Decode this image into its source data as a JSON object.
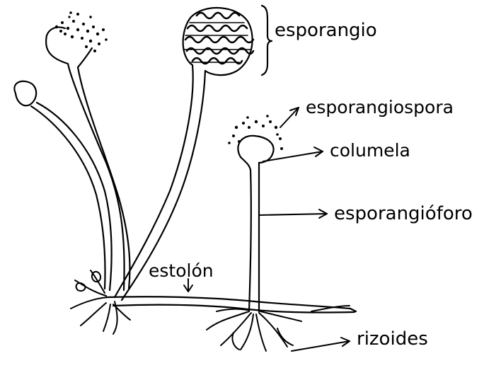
{
  "diagram": {
    "labels": {
      "esporangio": "esporangio",
      "esporangiospora": "esporangiospora",
      "columela": "columela",
      "esporangioforo": "esporangióforo",
      "estolon": "estolón",
      "rizoides": "rizoides"
    },
    "colors": {
      "ink": "#000000",
      "background": "#ffffff"
    }
  }
}
